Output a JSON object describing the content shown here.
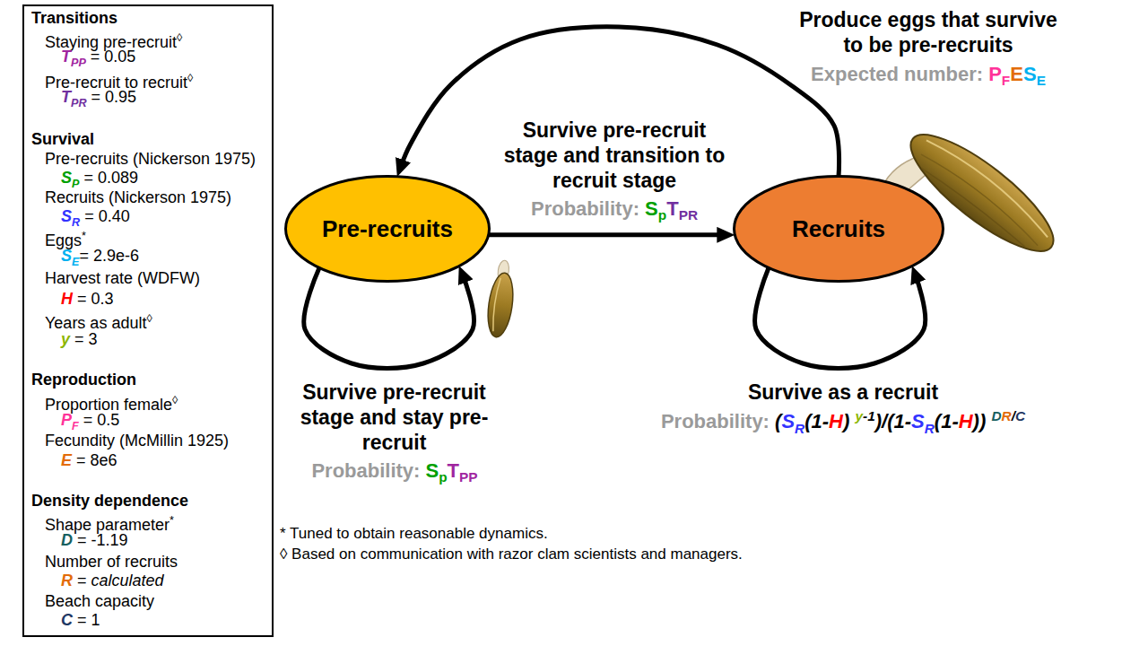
{
  "diagram": {
    "nodes": [
      {
        "text": [
          "Transitions",
          "Staying pre-recruit◊",
          "TPP = 0.05",
          "Pre-recruit to recruit◊",
          "TPR = 0.95",
          "Survival",
          "Pre-recruits (Nickerson 1975)",
          "SP = 0.089",
          "Recruits (Nickerson 1975)",
          "SR = 0.40",
          "Eggs*",
          "SE= 2.9e-6",
          "Harvest rate (WDFW)",
          "H = 0.3",
          "Years as adult◊",
          "y = 3",
          "Reproduction",
          "Proportion female◊",
          "PF = 0.5",
          "Fecundity (McMillin 1925)",
          "E = 8e6",
          "Density dependence",
          "Shape parameter*",
          "D = -1.19",
          "Number of recruits",
          "R = calculated",
          "Beach capacity",
          "C = 1"
        ]
      },
      {
        "text": [
          "Pre-recruits"
        ]
      },
      {
        "text": [
          "Recruits"
        ]
      }
    ],
    "edges": [
      {
        "from": 1,
        "to": 2,
        "arrow": "to",
        "label": "Survive pre-recruit stage and transition to recruit stage"
      },
      {
        "from": 2,
        "to": 1,
        "arrow": "to",
        "label": "Produce eggs that survive to be pre-recruits"
      },
      {
        "from": 1,
        "to": 1,
        "arrow": "to",
        "label": "Survive pre-recruit stage and stay pre-recruit"
      },
      {
        "from": 2,
        "to": 2,
        "arrow": "to",
        "label": "Survive as a recruit"
      }
    ],
    "labels": [
      "Expected number: PFESE",
      "Probability: SpTPR",
      "Probability: SpTPP",
      "Probability: (SR(1-H) y-1)/(1-SR(1-H)) DR/C",
      "* Tuned to obtain reasonable dynamics.",
      "◊ Based on communication with razor clam scientists and managers."
    ]
  }
}
